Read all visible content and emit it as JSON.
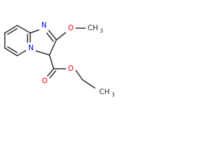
{
  "molecule": {
    "atoms": {
      "N_imidazole": {
        "label": "N",
        "color": "#0000ff"
      },
      "N_bridge": {
        "label": "N",
        "color": "#0000ff"
      },
      "O_methoxy": {
        "label": "O",
        "color": "#ff0000"
      },
      "O_carbonyl": {
        "label": "O",
        "color": "#ff0000"
      },
      "O_ester": {
        "label": "O",
        "color": "#ff0000"
      },
      "CH3_methoxy": {
        "label": "CH",
        "subscript": "3",
        "color": "#2b2b2b"
      },
      "CH3_ethyl": {
        "label": "CH",
        "subscript": "3",
        "color": "#2b2b2b"
      }
    }
  }
}
